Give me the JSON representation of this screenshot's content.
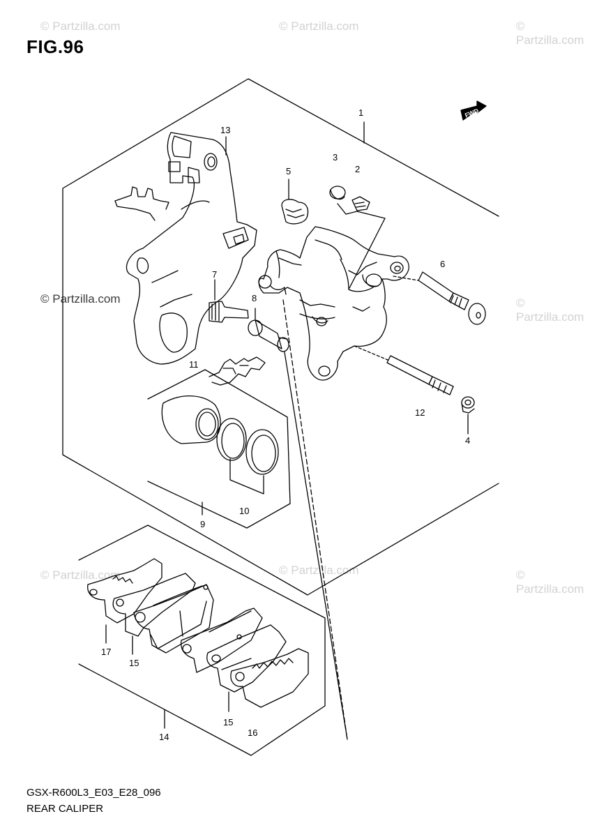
{
  "figure": {
    "title": "FIG.96"
  },
  "watermarks": [
    "© Partzilla.com",
    "© Partzilla.com",
    "© Partzilla.com",
    "© Partzilla.com",
    "© Partzilla.com",
    "© Partzilla.com",
    "© Partzilla.com",
    "© Partzilla.com"
  ],
  "forward_label": "FWD",
  "callouts": {
    "c1": "1",
    "c2": "2",
    "c3": "3",
    "c4": "4",
    "c5": "5",
    "c6": "6",
    "c7": "7",
    "c8": "8",
    "c9": "9",
    "c10": "10",
    "c11": "11",
    "c12": "12",
    "c13": "13",
    "c14": "14",
    "c15a": "15",
    "c15b": "15",
    "c16": "16",
    "c17": "17"
  },
  "footer": {
    "code": "GSX-R600L3_E03_E28_096",
    "name": "REAR CALIPER"
  }
}
